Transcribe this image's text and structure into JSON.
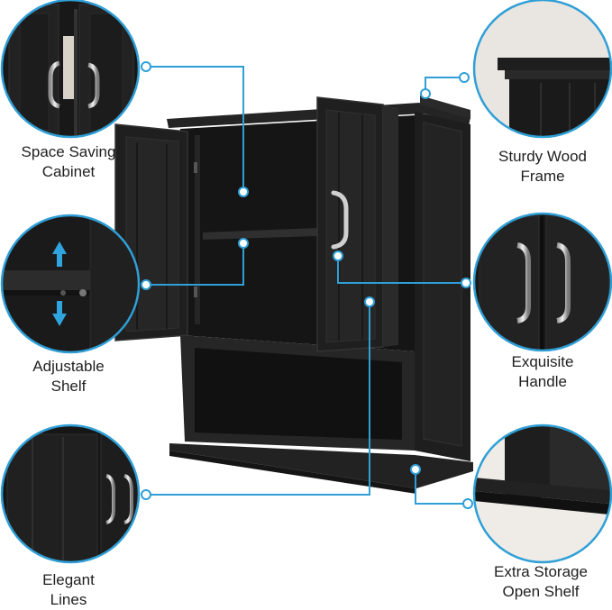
{
  "features": [
    {
      "id": "space-saving-cabinet",
      "lines": [
        "Space Saving",
        "Cabinet"
      ]
    },
    {
      "id": "adjustable-shelf",
      "lines": [
        "Adjustable",
        "Shelf"
      ]
    },
    {
      "id": "elegant-lines",
      "lines": [
        "Elegant",
        "Lines"
      ]
    },
    {
      "id": "sturdy-wood-frame",
      "lines": [
        "Sturdy Wood",
        "Frame"
      ]
    },
    {
      "id": "exquisite-handle",
      "lines": [
        "Exquisite",
        "Handle"
      ]
    },
    {
      "id": "extra-storage-open-shelf",
      "lines": [
        "Extra Storage",
        "Open Shelf"
      ]
    }
  ],
  "colors": {
    "accent": "#2f9fd6",
    "cabinet": "#1c1c1c",
    "cabinet_edge": "#2e2e2e",
    "handle": "#c8c8c8"
  }
}
